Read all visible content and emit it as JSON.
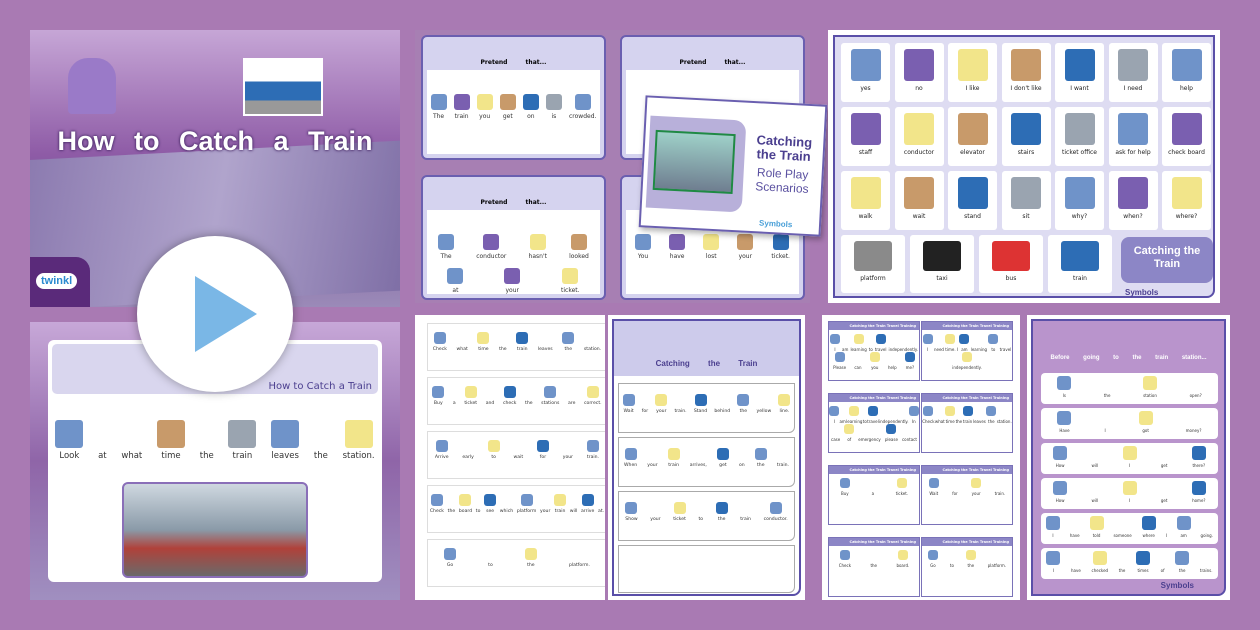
{
  "colors": {
    "background": "#a97ab3",
    "accent": "#5a4fa8",
    "play": "#7ab7e6"
  },
  "title_slide": {
    "title": "How to Catch a Train",
    "logo": "twinkl"
  },
  "slide2": {
    "header": "How to Catch a Train",
    "sentence": [
      "Look",
      "at",
      "what",
      "time",
      "the",
      "train",
      "leaves",
      "the",
      "station."
    ]
  },
  "play_button": {
    "icon": "play-icon"
  },
  "roleplay": {
    "cards": [
      {
        "header": "Pretend that...",
        "lines": [
          [
            "The",
            "train",
            "you",
            "get",
            "on",
            "is",
            "crowded."
          ]
        ]
      },
      {
        "header": "Pretend that...",
        "lines": []
      },
      {
        "header": "Pretend that...",
        "lines": [
          [
            "The",
            "conductor",
            "hasn't",
            "looked"
          ],
          [
            "at",
            "your",
            "ticket."
          ]
        ]
      },
      {
        "header": "",
        "lines": [
          [
            "You",
            "have",
            "lost",
            "your",
            "ticket."
          ]
        ]
      }
    ],
    "cover": {
      "title": "Catching the Train",
      "subtitle": "Role Play Scenarios",
      "brand": "Symbols"
    }
  },
  "board": {
    "cells": [
      "yes",
      "no",
      "I like",
      "I don't like",
      "I want",
      "I need",
      "help",
      "staff",
      "conductor",
      "elevator",
      "stairs",
      "ticket office",
      "ask for help",
      "check board",
      "walk",
      "wait",
      "stand",
      "sit",
      "why?",
      "when?",
      "where?"
    ],
    "bottom": [
      "platform",
      "taxi",
      "bus",
      "train"
    ],
    "title": "Catching the Train",
    "brand": "Symbols"
  },
  "strips": [
    [
      "Check",
      "what",
      "time",
      "the",
      "train",
      "leaves",
      "the",
      "station."
    ],
    [
      "Buy",
      "a",
      "ticket",
      "and",
      "check",
      "the",
      "stations",
      "are",
      "correct."
    ],
    [
      "Arrive",
      "early",
      "to",
      "wait",
      "for",
      "your",
      "train."
    ],
    [
      "Check",
      "the",
      "board",
      "to",
      "see",
      "which",
      "platform",
      "your",
      "train",
      "will",
      "arrive",
      "at."
    ],
    [
      "Go",
      "to",
      "the",
      "platform."
    ]
  ],
  "sheet": {
    "title": "Catching the Train",
    "rows": [
      [
        "Wait",
        "for",
        "your",
        "train.",
        "Stand",
        "behind",
        "the",
        "yellow",
        "line."
      ],
      [
        "When",
        "your",
        "train",
        "arrives,",
        "get",
        "on",
        "the",
        "train."
      ],
      [
        "Show",
        "your",
        "ticket",
        "to",
        "the",
        "train",
        "conductor."
      ]
    ]
  },
  "travel_cards": {
    "header": "Catching the Train Travel Training",
    "cards": [
      [
        "I",
        "am",
        "learning",
        "to",
        "travel",
        "independently.",
        "Please",
        "can",
        "you",
        "help",
        "me?"
      ],
      [
        "I",
        "need",
        "time.",
        "I",
        "am",
        "learning",
        "to",
        "travel",
        "independently."
      ],
      [
        "I",
        "am",
        "learning",
        "to",
        "travel",
        "independently.",
        "In",
        "case",
        "of",
        "emergency",
        "please",
        "contact"
      ],
      [
        "Check",
        "what",
        "time",
        "the",
        "train",
        "leaves",
        "the",
        "station."
      ],
      [
        "Buy",
        "a",
        "ticket."
      ],
      [
        "Wait",
        "for",
        "your",
        "train."
      ],
      [
        "Check",
        "the",
        "board."
      ],
      [
        "Go",
        "to",
        "the",
        "platform."
      ]
    ]
  },
  "before": {
    "title": "Before going to the train station...",
    "brand": "Symbols",
    "rows": [
      [
        "Is",
        "the",
        "station",
        "open?"
      ],
      [
        "Have",
        "I",
        "got",
        "money?"
      ],
      [
        "How",
        "will",
        "I",
        "get",
        "there?"
      ],
      [
        "How",
        "will",
        "I",
        "get",
        "home?"
      ],
      [
        "I",
        "have",
        "told",
        "someone",
        "where",
        "I",
        "am",
        "going."
      ],
      [
        "I",
        "have",
        "checked",
        "the",
        "times",
        "of",
        "the",
        "trains."
      ]
    ]
  }
}
